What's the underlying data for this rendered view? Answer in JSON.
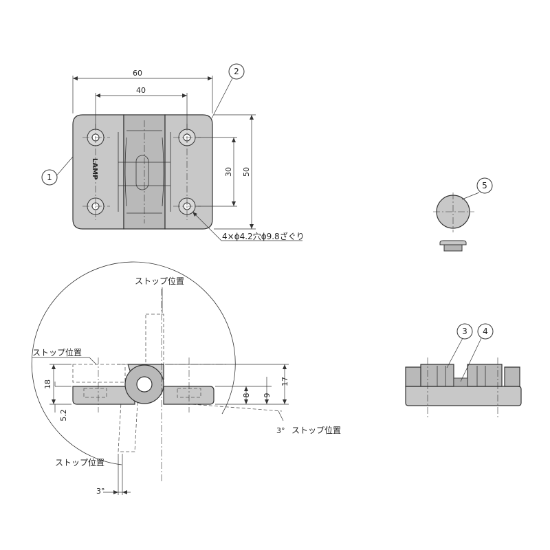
{
  "top_view": {
    "brand": "LAMP",
    "dim_width": "60",
    "dim_hole_spacing": "40",
    "dim_hole_pitch": "30",
    "dim_height": "50",
    "hole_note": "4×ϕ4.2穴ϕ9.8ざぐり"
  },
  "callouts": {
    "c1": "1",
    "c2": "2",
    "c3": "3",
    "c4": "4",
    "c5": "5"
  },
  "side_view": {
    "stop_top": "ストップ位置",
    "stop_left": "ストップ位置",
    "stop_right": "ストップ位置",
    "stop_bottom": "ストップ位置",
    "dim_18": "18",
    "dim_5_2": "5.2",
    "dim_8": "8",
    "dim_9": "9",
    "dim_17": "17",
    "angle_right": "3°",
    "angle_bottom": "3°"
  },
  "colors": {
    "part_fill": "#c8c8c8",
    "line": "#333333"
  }
}
